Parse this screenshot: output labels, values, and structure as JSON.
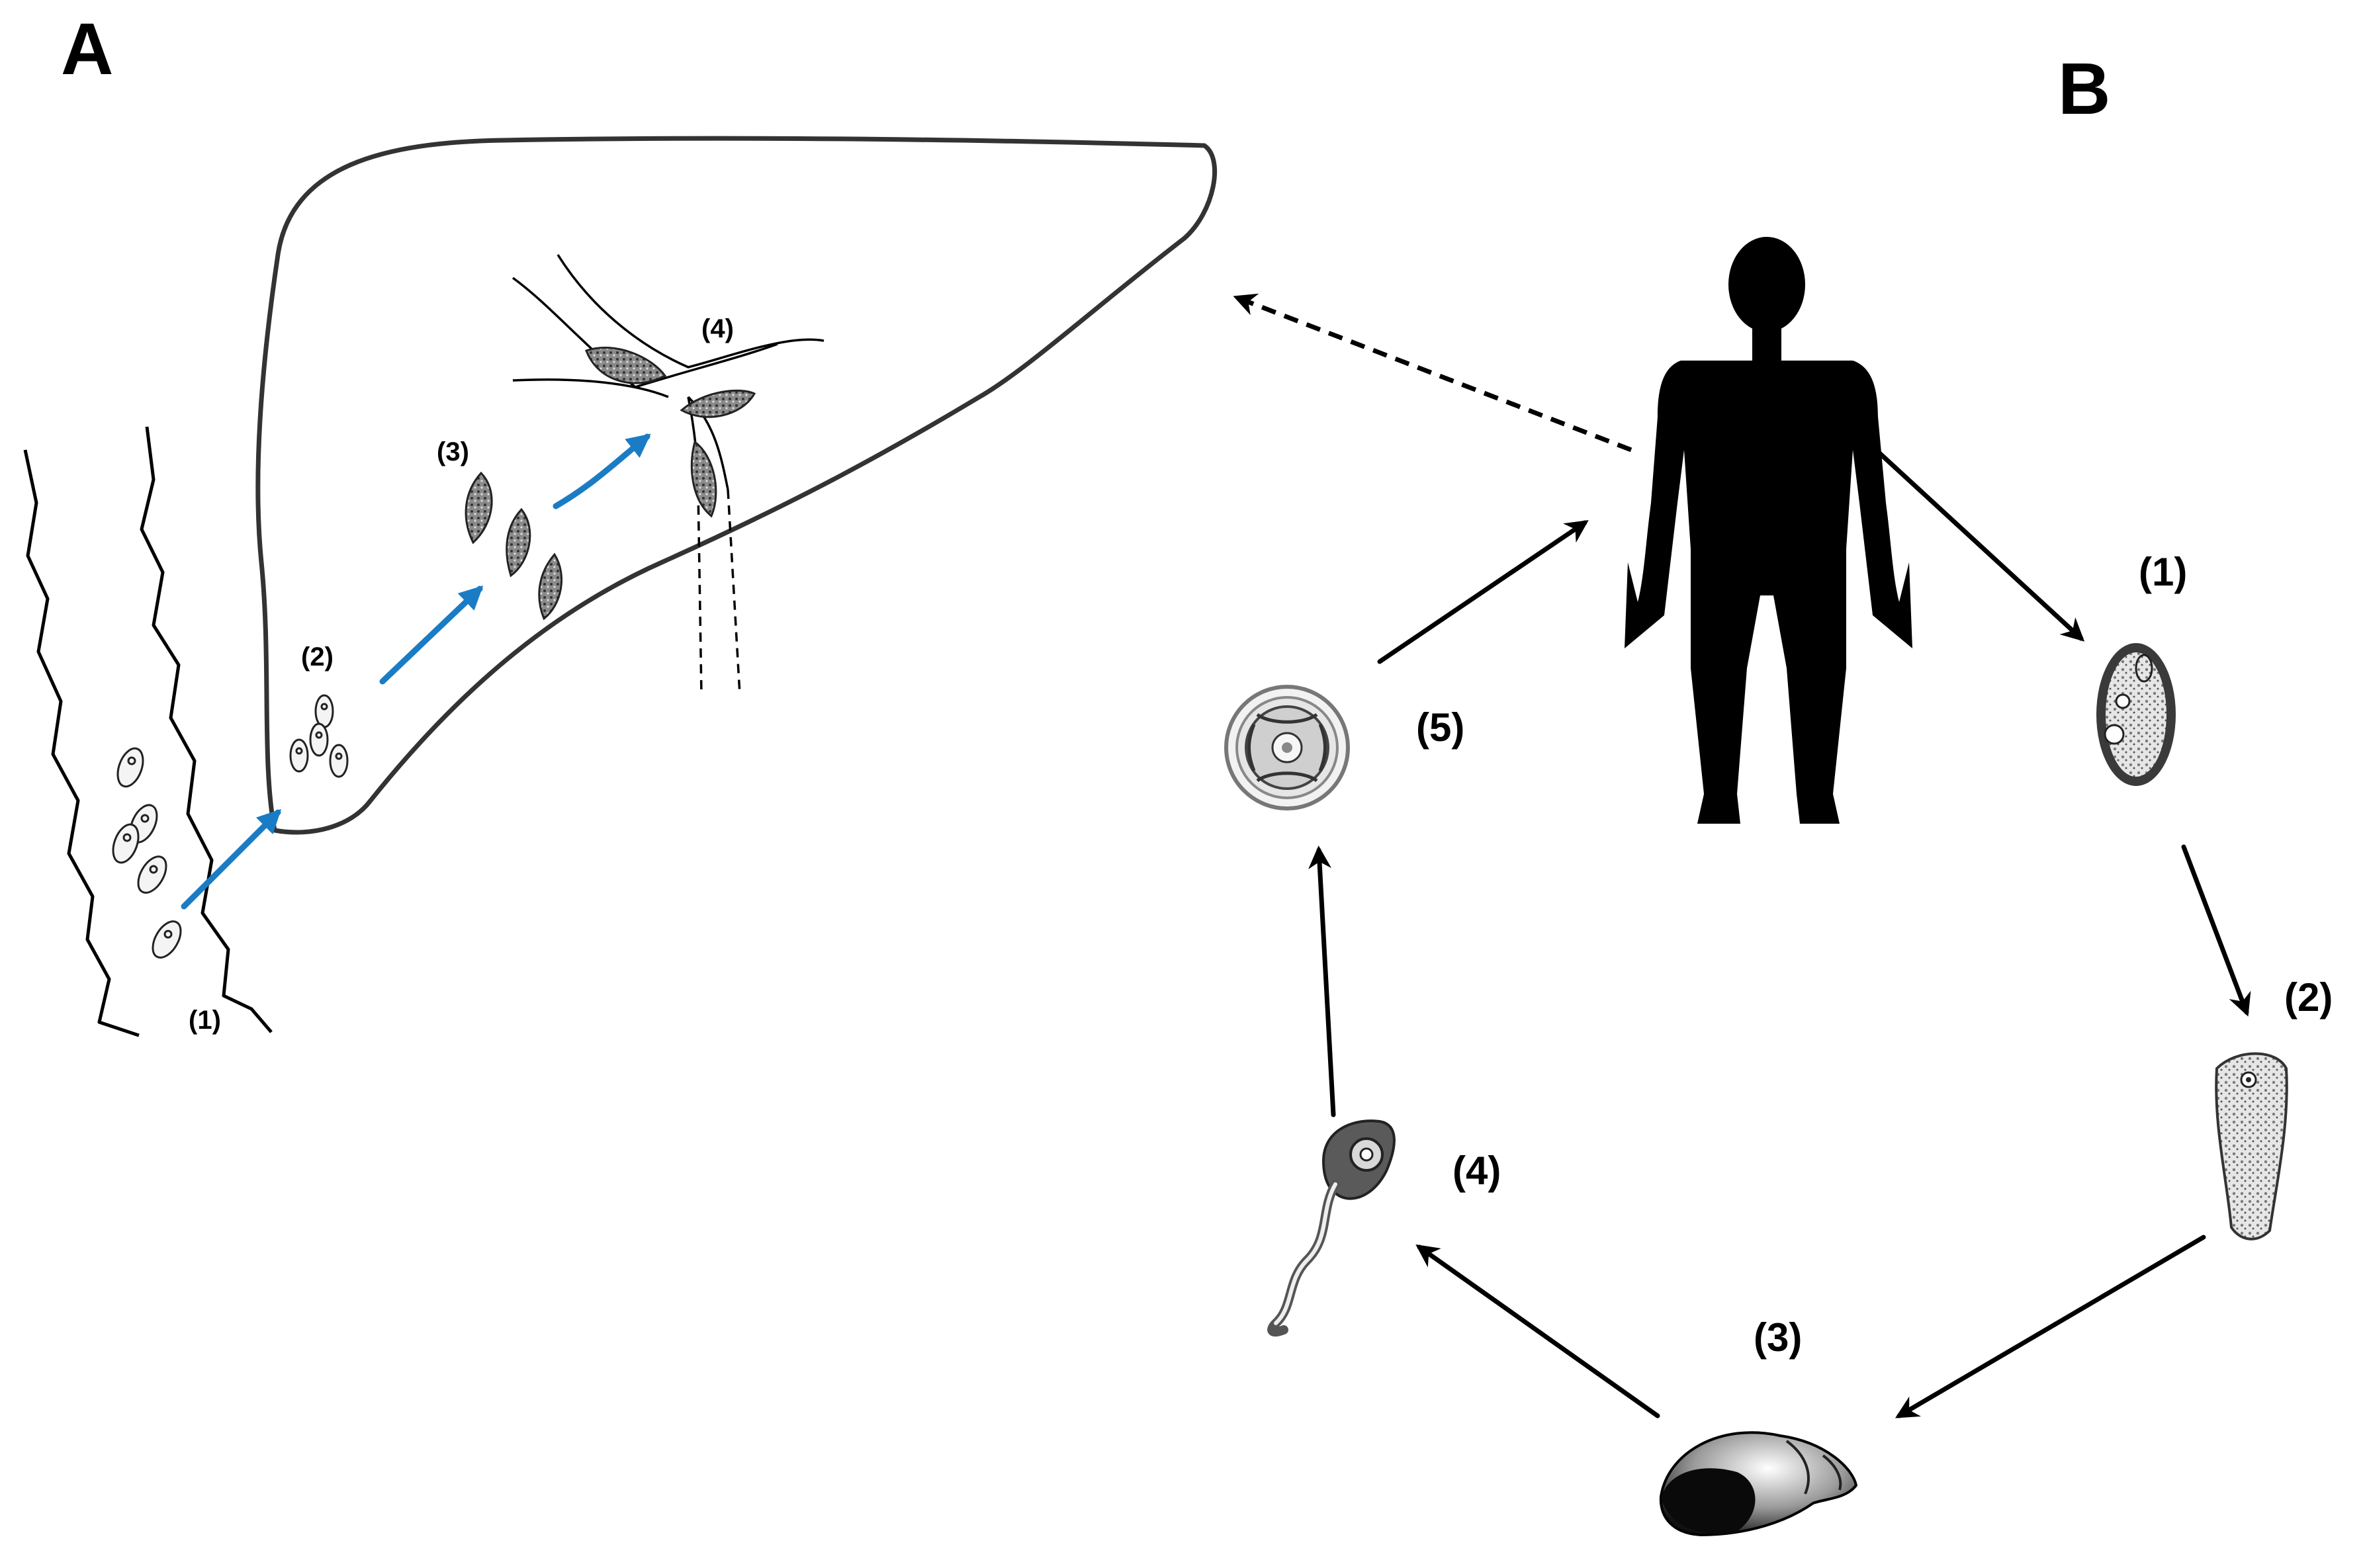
{
  "panels": {
    "a": {
      "letter": "A",
      "stages": [
        "(1)",
        "(2)",
        "(3)",
        "(4)"
      ]
    },
    "b": {
      "letter": "B",
      "stages": [
        "(1)",
        "(2)",
        "(3)",
        "(4)",
        "(5)"
      ]
    }
  },
  "colors": {
    "migration_arrow": "#1a7cc4",
    "line": "#000000",
    "fluke": "#6a6a6a"
  },
  "icons": [
    "intestine-icon",
    "liver-icon",
    "egg-icon",
    "juvenile-fluke-icon",
    "adult-fluke-icon",
    "human-figure-icon",
    "embryonated-egg-icon",
    "miracidium-icon",
    "snail-icon",
    "cercaria-icon",
    "metacercaria-icon"
  ]
}
